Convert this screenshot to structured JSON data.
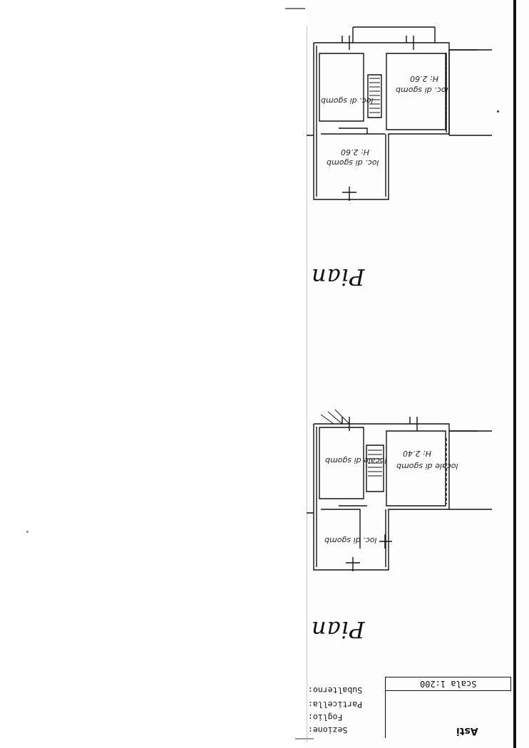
{
  "document": {
    "city": "Asti",
    "scale_label": "Scala 1:200",
    "cadastral_fields": [
      "Sezione:",
      "Foglio:",
      "Particella:",
      "Subalterno:"
    ]
  },
  "floors": [
    {
      "label": "Pian",
      "rooms": [
        {
          "label": "loc. di sgomb",
          "height": "H: 2.60"
        },
        {
          "label": "loc. di sgomb",
          "height": ""
        },
        {
          "label": "loc. di sgomb",
          "height": "H: 2.60"
        }
      ]
    },
    {
      "label": "Pian",
      "rooms": [
        {
          "label": "locale di sgomb",
          "height": "H: 2.40"
        },
        {
          "label": "locale di sgomb",
          "height": ""
        },
        {
          "label": "loc. di sgomb",
          "height": ""
        }
      ]
    }
  ]
}
